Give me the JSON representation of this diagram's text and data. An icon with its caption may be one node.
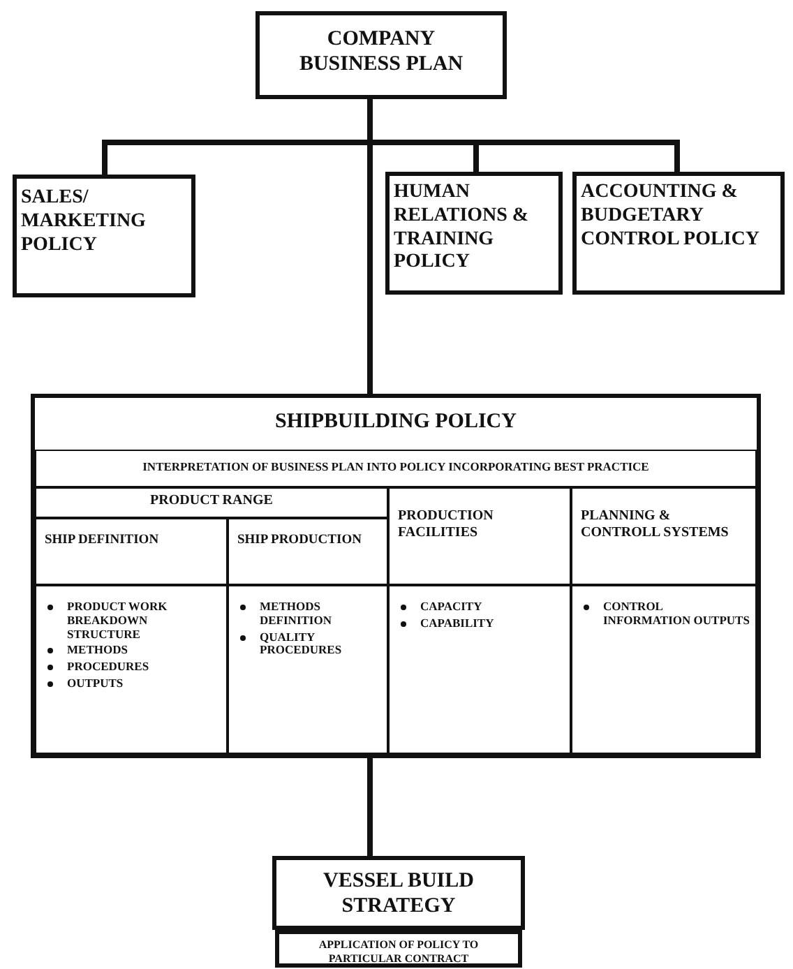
{
  "diagram": {
    "nodes": [
      {
        "text": [
          "COMPANY BUSINESS PLAN"
        ]
      },
      {
        "text": [
          "SALES/ MARKETING POLICY"
        ]
      },
      {
        "text": [
          "HUMAN RELATIONS & TRAINING POLICY"
        ]
      },
      {
        "text": [
          "ACCOUNTING & BUDGETARY CONTROL POLICY"
        ]
      },
      {
        "text": [
          "SHIPBUILDING POLICY"
        ]
      },
      {
        "text": [
          "INTERPRETATION OF BUSINESS PLAN INTO POLICY INCORPORATING BEST PRACTICE"
        ],
        "in": 4
      },
      {
        "text": [
          "PRODUCT RANGE"
        ],
        "in": 4
      },
      {
        "text": [
          "SHIP DEFINITION"
        ],
        "in": 4
      },
      {
        "text": [
          "SHIP PRODUCTION"
        ],
        "in": 4
      },
      {
        "text": [
          "PRODUCTION FACILITIES"
        ],
        "in": 4
      },
      {
        "text": [
          "PLANNING & CONTROLL SYSTEMS"
        ],
        "in": 4
      },
      {
        "text": [
          "PRODUCT WORK BREAKDOWN STRUCTURE",
          "METHODS",
          "PROCEDURES",
          "OUTPUTS"
        ],
        "in": 4
      },
      {
        "text": [
          "METHODS DEFINITION",
          "QUALITY PROCEDURES"
        ],
        "in": 4
      },
      {
        "text": [
          "CAPACITY",
          "CAPABILITY"
        ],
        "in": 4
      },
      {
        "text": [
          "CONTROL INFORMATION OUTPUTS"
        ],
        "in": 4
      },
      {
        "text": [
          "VESSEL BUILD STRATEGY"
        ]
      },
      {
        "text": [
          "APPLICATION OF POLICY TO PARTICULAR CONTRACT"
        ]
      }
    ],
    "edges": [
      {
        "from": 0,
        "to": 1,
        "arrow": "none"
      },
      {
        "from": 0,
        "to": 2,
        "arrow": "none"
      },
      {
        "from": 0,
        "to": 3,
        "arrow": "none"
      },
      {
        "from": 0,
        "to": 4,
        "arrow": "none"
      },
      {
        "from": 4,
        "to": 15,
        "arrow": "none"
      }
    ]
  }
}
